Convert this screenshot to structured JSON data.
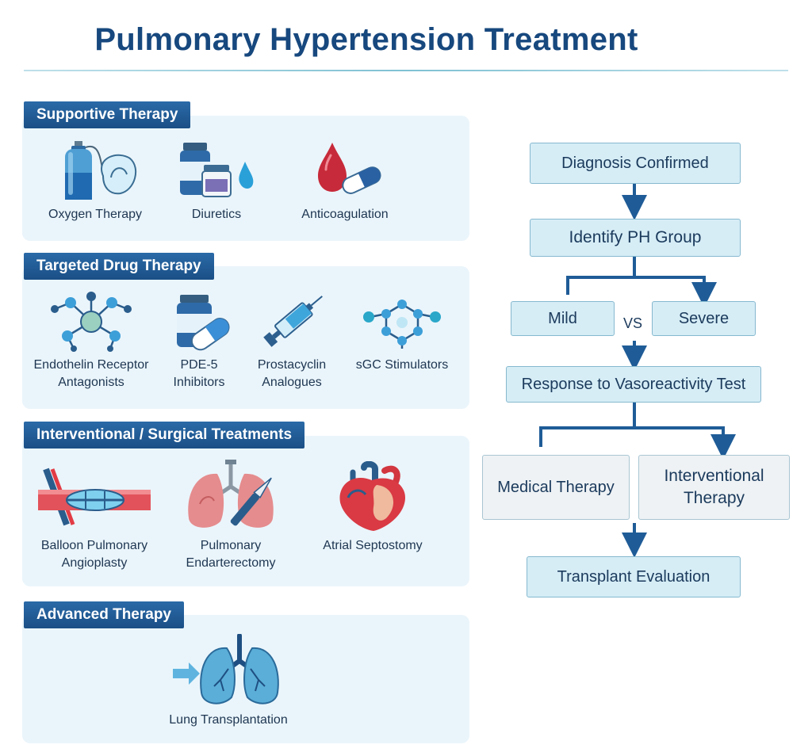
{
  "title": "Pulmonary Hypertension Treatment",
  "sections": {
    "supportive": {
      "heading": "Supportive Therapy",
      "items": [
        "Oxygen Therapy",
        "Diuretics",
        "Anticoagulation"
      ]
    },
    "targeted": {
      "heading": "Targeted Drug Therapy",
      "items": [
        [
          "Endothelin Receptor",
          "Antagonists"
        ],
        [
          "PDE-5",
          "Inhibitors"
        ],
        [
          "Prostacyclin",
          "Analogues"
        ],
        [
          "sGC Stimulators"
        ]
      ]
    },
    "interventional": {
      "heading": "Interventional / Surgical Treatments",
      "items": [
        [
          "Balloon Pulmonary",
          "Angioplasty"
        ],
        [
          "Pulmonary",
          "Endarterectomy"
        ],
        [
          "Atrial Septostomy"
        ]
      ]
    },
    "advanced": {
      "heading": "Advanced Therapy",
      "items": [
        "Lung Transplantation"
      ]
    }
  },
  "flowchart": {
    "diagnosis": "Diagnosis Confirmed",
    "identify": "Identify PH Group",
    "mild": "Mild",
    "vs": "VS",
    "severe": "Severe",
    "response": "Response to Vasoreactivity Test",
    "medical": "Medical Therapy",
    "interventional": [
      "Interventional",
      "Therapy"
    ],
    "transplant": "Transplant Evaluation"
  },
  "colors": {
    "title": "#17487e",
    "section_tag": "#1b4f86",
    "panel_bg": "#eaf5fb",
    "flow_box": "#d6edf6",
    "flow_box_grey": "#eef2f4",
    "arrow": "#1f5c97"
  }
}
